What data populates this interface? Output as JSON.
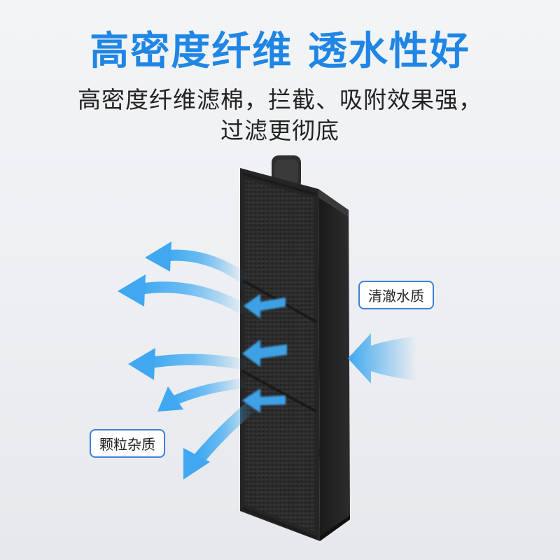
{
  "headline": "高密度纤维 透水性好",
  "subtitle_line1": "高密度纤维滤棉，拦截、吸附效果强，",
  "subtitle_line2": "过滤更彻底",
  "label_clear_water": "清澈水质",
  "label_particles": "颗粒杂质",
  "colors": {
    "headline": "#1f86e5",
    "arrow": "#3fa8f0",
    "label_border": "#3f7fd8",
    "filter": "#222222"
  }
}
